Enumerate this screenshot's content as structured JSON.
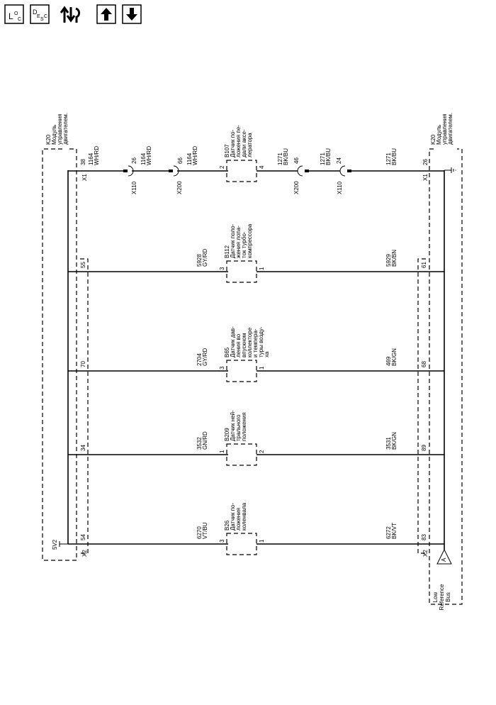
{
  "toolbar": {
    "buttons": [
      {
        "id": "loc",
        "icon": "location-view-icon",
        "text_main": "L",
        "text_sub": "O",
        "text_sub2": "C"
      },
      {
        "id": "desc",
        "icon": "description-view-icon",
        "text_main": "D",
        "text_sub": "E",
        "text_sub2": "S",
        "text_sub3": "C"
      },
      {
        "id": "flow",
        "icon": "signal-flow-icon"
      },
      {
        "id": "up",
        "icon": "arrow-up-icon"
      },
      {
        "id": "down",
        "icon": "arrow-down-icon"
      }
    ]
  },
  "modules": {
    "left": {
      "ref": "K20",
      "name_lines": [
        "Модуль",
        "управления",
        "двигателем."
      ],
      "conn_top": "X1",
      "conn_bot": "X2",
      "supply": "5V2"
    },
    "right": {
      "ref": "K20",
      "name_lines": [
        "Модуль",
        "управления",
        "двигателем."
      ],
      "conn_top": "X1",
      "conn_bot": "X2",
      "bus_lines": [
        "Low",
        "Reference",
        "Bus"
      ],
      "bus_tag": "A"
    }
  },
  "top_circuit": {
    "left_pin": "38",
    "left_wire_num": "1164",
    "left_wire_color": "WH/RD",
    "inline1_pin": "26",
    "inline1_conn": "X110",
    "inline1_wire_num": "1164",
    "inline1_wire_color": "WH/RD",
    "inline2_pin": "66",
    "inline2_conn": "X200",
    "inline2_wire_num": "1164",
    "inline2_wire_color": "WH/RD",
    "sensor": {
      "ref": "B107",
      "name_lines": [
        "Датчик по-",
        "ложения пе-",
        "дали аксе-",
        "лератора"
      ],
      "pin_left": "2",
      "pin_right": "4"
    },
    "inline3_pin": "46",
    "inline3_conn": "X200",
    "inline3_wire_num": "1271",
    "inline3_wire_color": "BK/BU",
    "inline4_pin": "24",
    "inline4_conn": "X110",
    "inline4_wire_num": "1271",
    "inline4_wire_color": "BK/BU",
    "right_pin": "26",
    "right_wire_num": "1271",
    "right_wire_color": "BK/BU"
  },
  "circuits": [
    {
      "left_pin": "55",
      "left_wire_num": "5928",
      "left_wire_color": "GY/RD",
      "sensor": {
        "ref": "B112",
        "name_lines": [
          "Датчик поло-",
          "жения лопа-",
          "ток турбо-",
          "компрессора"
        ],
        "pin_left": "3",
        "pin_right": "1"
      },
      "right_wire_num": "5929",
      "right_wire_color": "BK/BN",
      "right_pin": "61"
    },
    {
      "left_pin": "70",
      "left_wire_num": "2704",
      "left_wire_color": "GY/RD",
      "sensor": {
        "ref": "B65",
        "name_lines": [
          "Датчик дав-",
          "ления во",
          "впускном",
          "коллекторе",
          "и темпера-",
          "туры возду-",
          "ха"
        ],
        "pin_left": "3",
        "pin_right": "1"
      },
      "right_wire_num": "469",
      "right_wire_color": "BK/GN",
      "right_pin": "68"
    },
    {
      "left_pin": "34",
      "left_wire_num": "3532",
      "left_wire_color": "GN/RD",
      "sensor": {
        "ref": "B209",
        "name_lines": [
          "Датчик ней-",
          "трального",
          "положения"
        ],
        "pin_left": "1",
        "pin_right": "2"
      },
      "right_wire_num": "3531",
      "right_wire_color": "BK/GN",
      "right_pin": "89"
    },
    {
      "left_pin": "54",
      "left_wire_num": "6270",
      "left_wire_color": "VT/BU",
      "sensor": {
        "ref": "B26",
        "name_lines": [
          "Датчик по-",
          "ложения",
          "коленвала"
        ],
        "pin_left": "3",
        "pin_right": "1"
      },
      "right_wire_num": "6272",
      "right_wire_color": "BK/VT",
      "right_pin": "83"
    }
  ]
}
